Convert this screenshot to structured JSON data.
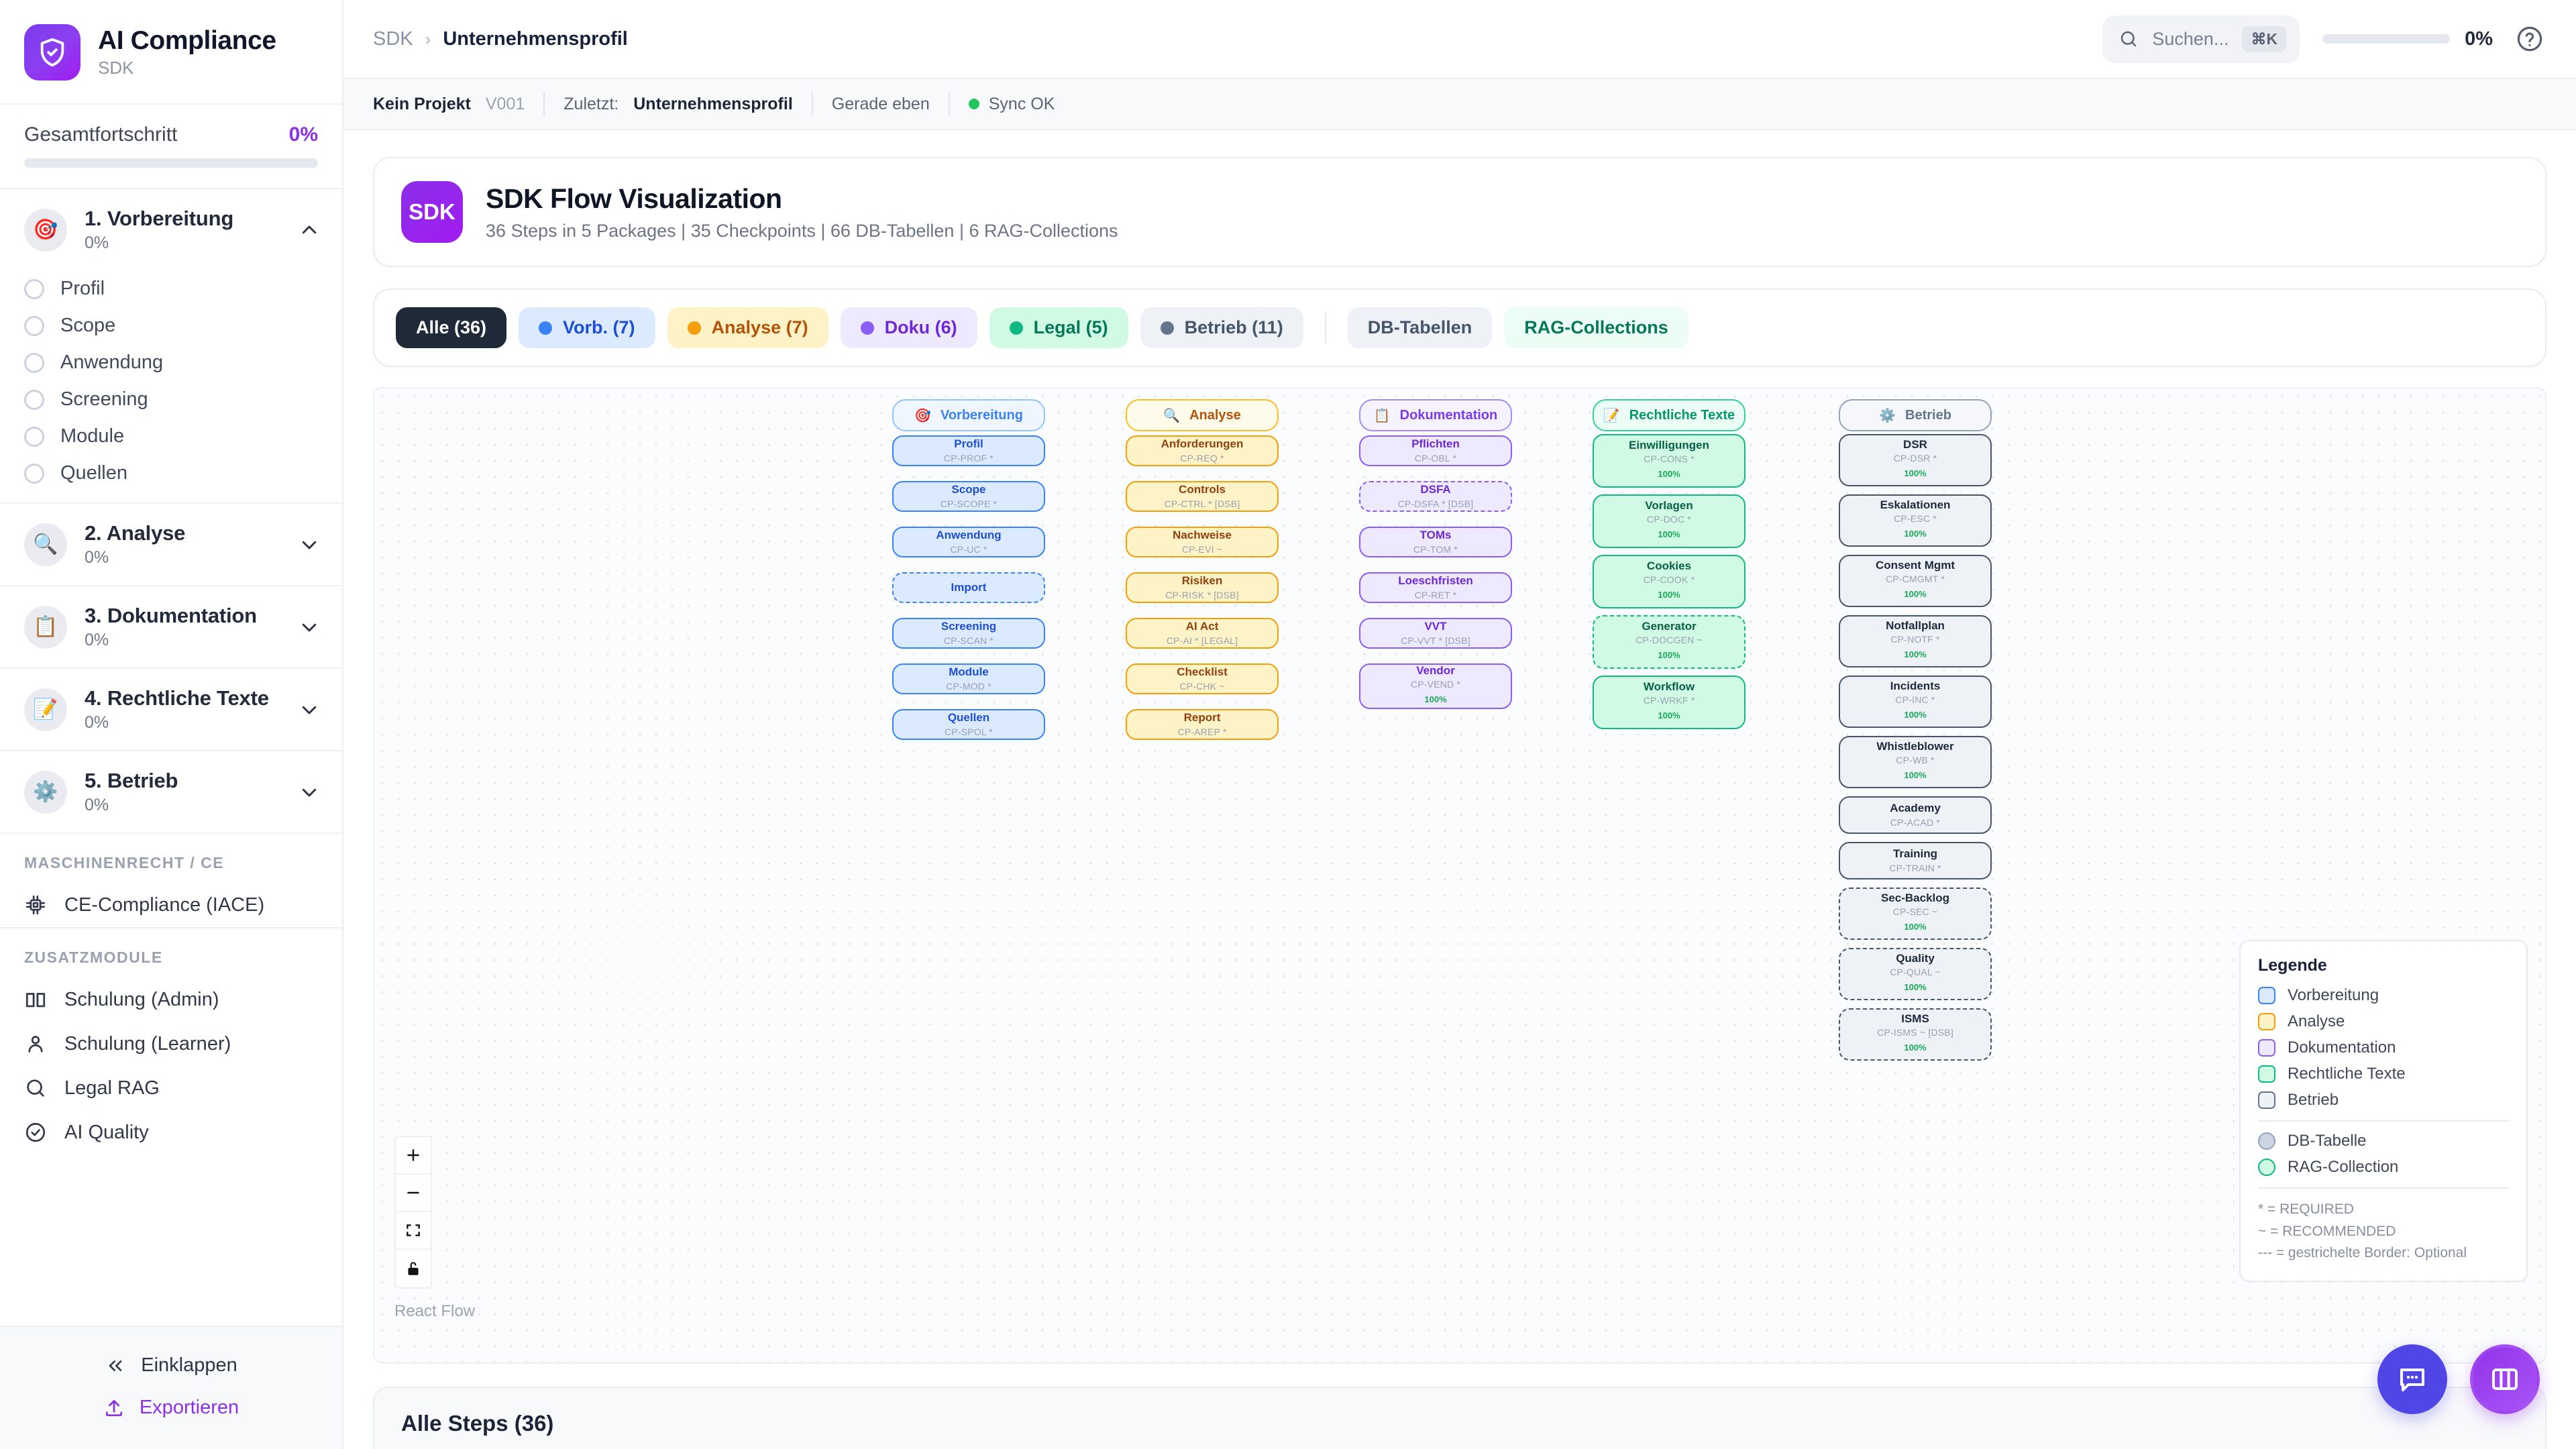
{
  "sidebar": {
    "brand": {
      "title": "AI Compliance",
      "subtitle": "SDK",
      "logo_icon": "shield-check-icon"
    },
    "progress": {
      "label": "Gesamtfortschritt",
      "value": "0%",
      "percent": 0
    },
    "phases": [
      {
        "icon": "🎯",
        "name": "1. Vorbereitung",
        "pct": "0%",
        "expanded": true,
        "children": [
          "Profil",
          "Scope",
          "Anwendung",
          "Screening",
          "Module",
          "Quellen"
        ]
      },
      {
        "icon": "🔍",
        "name": "2. Analyse",
        "pct": "0%",
        "expanded": false,
        "children": []
      },
      {
        "icon": "📋",
        "name": "3. Dokumentation",
        "pct": "0%",
        "expanded": false,
        "children": []
      },
      {
        "icon": "📝",
        "name": "4. Rechtliche Texte",
        "pct": "0%",
        "expanded": false,
        "children": []
      },
      {
        "icon": "⚙️",
        "name": "5. Betrieb",
        "pct": "0%",
        "expanded": false,
        "children": []
      }
    ],
    "section_machine": {
      "title": "MASCHINENRECHT / CE",
      "items": [
        {
          "label": "CE-Compliance (IACE)",
          "icon": "cpu-icon"
        }
      ]
    },
    "section_extra": {
      "title": "ZUSATZMODULE",
      "items": [
        {
          "label": "Schulung (Admin)",
          "icon": "book-icon"
        },
        {
          "label": "Schulung (Learner)",
          "icon": "user-icon"
        },
        {
          "label": "Legal RAG",
          "icon": "search-icon"
        },
        {
          "label": "AI Quality",
          "icon": "check-circle-icon"
        }
      ]
    },
    "footer": {
      "collapse": "Einklappen",
      "export": "Exportieren"
    }
  },
  "topbar": {
    "breadcrumb_root": "SDK",
    "breadcrumb_sep": "›",
    "breadcrumb_current": "Unternehmensprofil",
    "search_placeholder": "Suchen...",
    "search_kbd": "⌘K",
    "progress_value": "0%",
    "help_icon": "help-circle-icon"
  },
  "metabar": {
    "project": "Kein Projekt",
    "version": "V001",
    "last_label": "Zuletzt:",
    "last_value": "Unternehmensprofil",
    "time": "Gerade eben",
    "sync": "Sync OK",
    "sync_color": "#22c55e"
  },
  "hero": {
    "badge": "SDK",
    "title": "SDK Flow Visualization",
    "subtitle": "36 Steps in 5 Packages | 35 Checkpoints | 66 DB-Tabellen | 6 RAG-Collections"
  },
  "filters": [
    {
      "label": "Alle (36)",
      "active": true,
      "bg": "#1f2937",
      "fg": "#ffffff",
      "dot": null
    },
    {
      "label": "Vorb. (7)",
      "active": false,
      "bg": "#dbeafe",
      "fg": "#1d4ed8",
      "dot": "#3b82f6"
    },
    {
      "label": "Analyse (7)",
      "active": false,
      "bg": "#fef3c7",
      "fg": "#b45309",
      "dot": "#f59e0b"
    },
    {
      "label": "Doku (6)",
      "active": false,
      "bg": "#ede9fe",
      "fg": "#6d28d9",
      "dot": "#8b5cf6"
    },
    {
      "label": "Legal (5)",
      "active": false,
      "bg": "#d1fae5",
      "fg": "#047857",
      "dot": "#10b981"
    },
    {
      "label": "Betrieb (11)",
      "active": false,
      "bg": "#eef1f6",
      "fg": "#475569",
      "dot": "#64748b"
    }
  ],
  "filters_extra": [
    {
      "label": "DB-Tabellen",
      "bg": "#eef1f6",
      "fg": "#475569"
    },
    {
      "label": "RAG-Collections",
      "bg": "#ecfdf5",
      "fg": "#047857"
    }
  ],
  "flow": {
    "groups": [
      {
        "label": "Vorbereitung",
        "icon": "🎯",
        "bg": "#eff6ff",
        "border": "#93c5fd",
        "fg": "#3b82f6"
      },
      {
        "label": "Analyse",
        "icon": "🔍",
        "bg": "#fffbeb",
        "border": "#fbbf24",
        "fg": "#b45309"
      },
      {
        "label": "Dokumentation",
        "icon": "📋",
        "bg": "#f5f3ff",
        "border": "#a78bfa",
        "fg": "#7c3aed"
      },
      {
        "label": "Rechtliche Texte",
        "icon": "📝",
        "bg": "#ecfdf5",
        "border": "#34d399",
        "fg": "#059669"
      },
      {
        "label": "Betrieb",
        "icon": "⚙️",
        "bg": "#f5f7fa",
        "border": "#94a3b8",
        "fg": "#64748b"
      }
    ],
    "columns": [
      {
        "key": "vorbereitung",
        "bg": "#dbeafe",
        "border": "#3b82f6",
        "title_fg": "#1d4ed8",
        "nodes": [
          {
            "title": "Profil",
            "code": "CP-PROF *",
            "dashed": false
          },
          {
            "title": "Scope",
            "code": "CP-SCOPE *",
            "dashed": false
          },
          {
            "title": "Anwendung",
            "code": "CP-UC *",
            "dashed": false
          },
          {
            "title": "Import",
            "code": "",
            "dashed": true
          },
          {
            "title": "Screening",
            "code": "CP-SCAN *",
            "dashed": false
          },
          {
            "title": "Module",
            "code": "CP-MOD *",
            "dashed": false
          },
          {
            "title": "Quellen",
            "code": "CP-SPOL *",
            "dashed": false
          }
        ]
      },
      {
        "key": "analyse",
        "bg": "#fef3c7",
        "border": "#f59e0b",
        "title_fg": "#92400e",
        "nodes": [
          {
            "title": "Anforderungen",
            "code": "CP-REQ *",
            "dashed": false
          },
          {
            "title": "Controls",
            "code": "CP-CTRL * [DSB]",
            "dashed": false
          },
          {
            "title": "Nachweise",
            "code": "CP-EVI ~",
            "dashed": false
          },
          {
            "title": "Risiken",
            "code": "CP-RISK * [DSB]",
            "dashed": false
          },
          {
            "title": "AI Act",
            "code": "CP-AI * [LEGAL]",
            "dashed": false
          },
          {
            "title": "Checklist",
            "code": "CP-CHK ~",
            "dashed": false
          },
          {
            "title": "Report",
            "code": "CP-AREP *",
            "dashed": false
          }
        ]
      },
      {
        "key": "dokumentation",
        "bg": "#ede9fe",
        "border": "#8b5cf6",
        "title_fg": "#6d28d9",
        "nodes": [
          {
            "title": "Pflichten",
            "code": "CP-OBL *",
            "dashed": false
          },
          {
            "title": "DSFA",
            "code": "CP-DSFA * [DSB]",
            "dashed": true
          },
          {
            "title": "TOMs",
            "code": "CP-TOM *",
            "dashed": false
          },
          {
            "title": "Loeschfristen",
            "code": "CP-RET *",
            "dashed": false
          },
          {
            "title": "VVT",
            "code": "CP-VVT * [DSB]",
            "dashed": false
          },
          {
            "title": "Vendor",
            "code": "CP-VEND *",
            "dashed": false,
            "pct": "100%"
          }
        ]
      },
      {
        "key": "rechtliche",
        "bg": "#d1fae5",
        "border": "#10b981",
        "title_fg": "#065f46",
        "nodes": [
          {
            "title": "Einwilligungen",
            "code": "CP-CONS *",
            "dashed": false,
            "pct": "100%"
          },
          {
            "title": "Vorlagen",
            "code": "CP-DOC *",
            "dashed": false,
            "pct": "100%"
          },
          {
            "title": "Cookies",
            "code": "CP-COOK *",
            "dashed": false,
            "pct": "100%"
          },
          {
            "title": "Generator",
            "code": "CP-DOCGEN ~",
            "dashed": true,
            "pct": "100%"
          },
          {
            "title": "Workflow",
            "code": "CP-WRKF *",
            "dashed": false,
            "pct": "100%"
          }
        ]
      },
      {
        "key": "betrieb",
        "bg": "#eef2f7",
        "border": "#475569",
        "title_fg": "#1e293b",
        "nodes": [
          {
            "title": "DSR",
            "code": "CP-DSR *",
            "dashed": false,
            "pct": "100%"
          },
          {
            "title": "Eskalationen",
            "code": "CP-ESC *",
            "dashed": false,
            "pct": "100%"
          },
          {
            "title": "Consent Mgmt",
            "code": "CP-CMGMT *",
            "dashed": false,
            "pct": "100%"
          },
          {
            "title": "Notfallplan",
            "code": "CP-NOTF *",
            "dashed": false,
            "pct": "100%"
          },
          {
            "title": "Incidents",
            "code": "CP-INC *",
            "dashed": false,
            "pct": "100%"
          },
          {
            "title": "Whistleblower",
            "code": "CP-WB *",
            "dashed": false,
            "pct": "100%"
          },
          {
            "title": "Academy",
            "code": "CP-ACAD *",
            "dashed": false
          },
          {
            "title": "Training",
            "code": "CP-TRAIN *",
            "dashed": false
          },
          {
            "title": "Sec-Backlog",
            "code": "CP-SEC ~",
            "dashed": true,
            "pct": "100%"
          },
          {
            "title": "Quality",
            "code": "CP-QUAL ~",
            "dashed": true,
            "pct": "100%"
          },
          {
            "title": "ISMS",
            "code": "CP-ISMS ~ [DSB]",
            "dashed": true,
            "pct": "100%"
          }
        ]
      }
    ],
    "legend": {
      "title": "Legende",
      "items": [
        {
          "label": "Vorbereitung",
          "bg": "#dbeafe",
          "border": "#3b82f6",
          "shape": "sq"
        },
        {
          "label": "Analyse",
          "bg": "#fef3c7",
          "border": "#f59e0b",
          "shape": "sq"
        },
        {
          "label": "Dokumentation",
          "bg": "#ede9fe",
          "border": "#8b5cf6",
          "shape": "sq"
        },
        {
          "label": "Rechtliche Texte",
          "bg": "#d1fae5",
          "border": "#10b981",
          "shape": "sq"
        },
        {
          "label": "Betrieb",
          "bg": "#eef2f7",
          "border": "#64748b",
          "shape": "sq"
        },
        {
          "label": "DB-Tabelle",
          "bg": "#cbd5e1",
          "border": "#94a3b8",
          "shape": "circ"
        },
        {
          "label": "RAG-Collection",
          "bg": "#d1fae5",
          "border": "#10b981",
          "shape": "circ"
        }
      ],
      "notes": [
        "* = REQUIRED",
        "~ = RECOMMENDED",
        "--- = gestrichelte Border: Optional"
      ]
    },
    "controls": [
      "zoom-in",
      "zoom-out",
      "fit-view",
      "lock"
    ],
    "attribution": "React Flow"
  },
  "bottom": {
    "title": "Alle Steps (36)"
  },
  "fabs": [
    {
      "name": "chat-fab",
      "icon": "chat-icon"
    },
    {
      "name": "panel-fab",
      "icon": "columns-icon"
    }
  ]
}
